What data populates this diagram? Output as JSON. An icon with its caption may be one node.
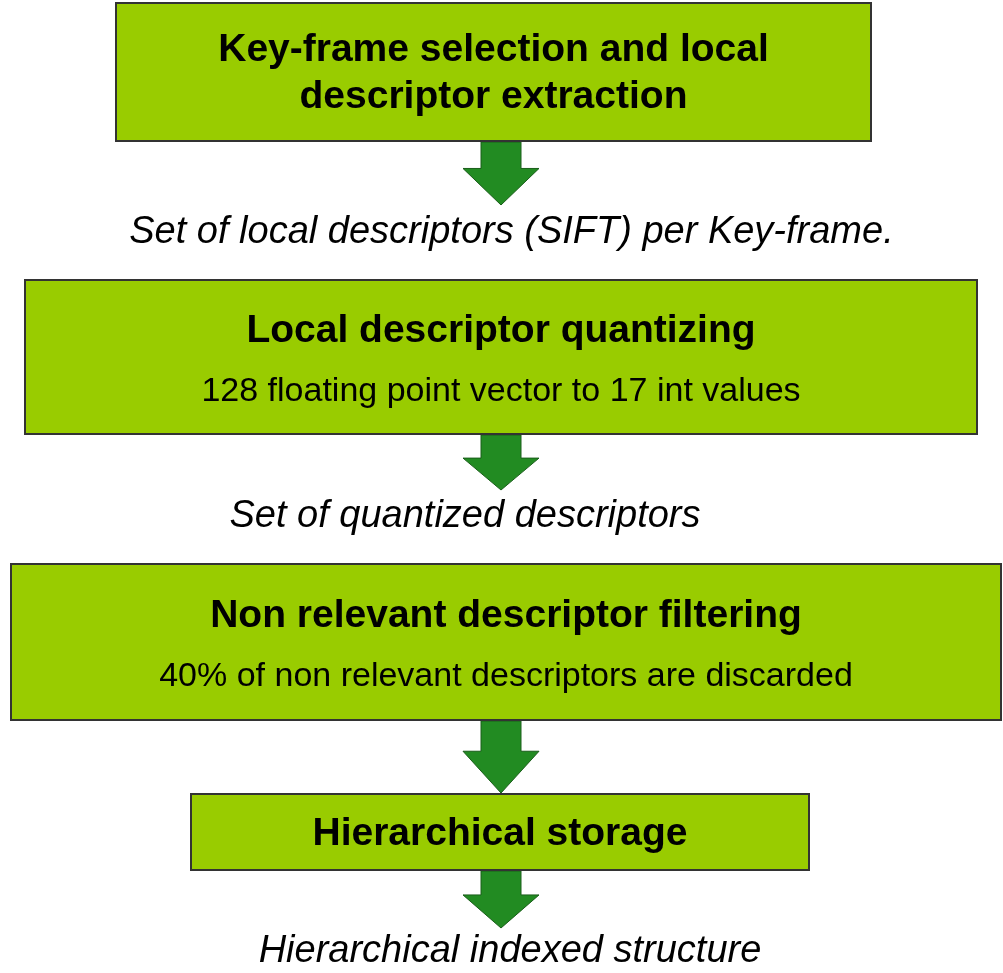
{
  "diagram": {
    "nodes": [
      {
        "text": [
          "Key-frame selection and local descriptor extraction"
        ]
      },
      {
        "text": [
          "Set of local descriptors (SIFT) per Key-frame."
        ]
      },
      {
        "text": [
          "Local descriptor quantizing",
          "128 floating point vector to 17 int values"
        ]
      },
      {
        "text": [
          "Set of quantized descriptors"
        ]
      },
      {
        "text": [
          "Non relevant descriptor filtering",
          "40% of non relevant descriptors are discarded"
        ]
      },
      {
        "text": [
          "Hierarchical storage"
        ]
      },
      {
        "text": [
          "Hierarchical indexed structure"
        ]
      }
    ],
    "edges": [
      {
        "from": 0,
        "to": 1,
        "arrow": "to",
        "style": "thick"
      },
      {
        "from": 2,
        "to": 3,
        "arrow": "to",
        "style": "thick"
      },
      {
        "from": 4,
        "to": 5,
        "arrow": "to",
        "style": "thick"
      },
      {
        "from": 5,
        "to": 6,
        "arrow": "to",
        "style": "thick"
      }
    ]
  }
}
